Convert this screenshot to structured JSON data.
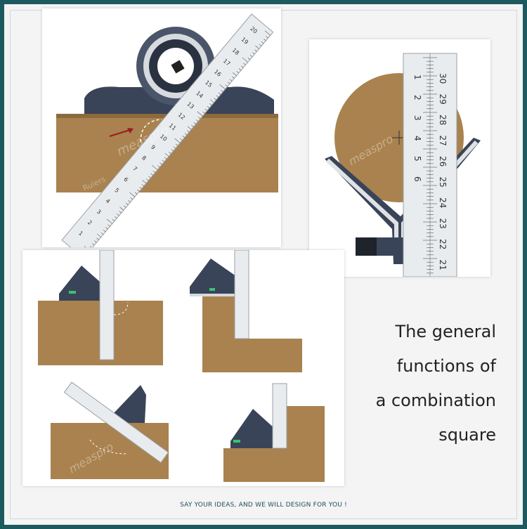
{
  "colors": {
    "frame": "#1d5a60",
    "wood": "#a9824f",
    "wood_dark": "#8c6a3d",
    "head_metal": "#3a4458",
    "blade": "#e9ecef",
    "text": "#222222",
    "footer": "#1f4e5a"
  },
  "watermark": {
    "brand": "measpro",
    "suffix": "Rulers"
  },
  "headline": {
    "line1": "The general",
    "line2": "functions of",
    "line3": "a combination",
    "line4": "square"
  },
  "ruler_top": {
    "numbers": [
      "20",
      "19",
      "18",
      "17",
      "16",
      "15",
      "14",
      "13",
      "12",
      "11",
      "10",
      "9",
      "8",
      "7",
      "6",
      "5",
      "4",
      "3",
      "2",
      "1"
    ]
  },
  "ruler_right": {
    "left_numbers": [
      "1",
      "2",
      "3",
      "4",
      "5",
      "6"
    ],
    "right_numbers": [
      "30",
      "29",
      "28",
      "27",
      "26",
      "25",
      "24",
      "23",
      "22",
      "21"
    ]
  },
  "footer": {
    "text": "SAY YOUR IDEAS, AND WE WILL DESIGN FOR YOU !"
  }
}
